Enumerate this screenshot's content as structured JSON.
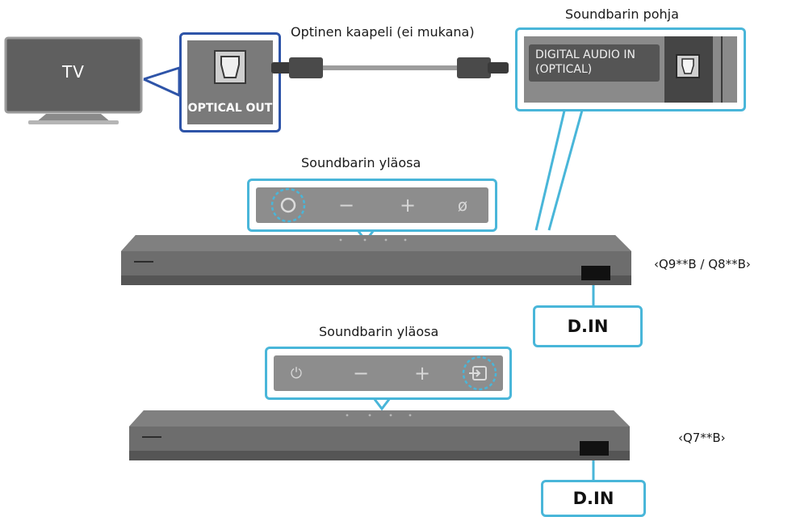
{
  "tv": {
    "label": "TV"
  },
  "tv_port": {
    "label": "OPTICAL OUT"
  },
  "cable": {
    "label": "Optinen kaapeli (ei mukana)"
  },
  "soundbar_bottom": {
    "title": "Soundbarin pohja",
    "port_label_line1": "DIGITAL AUDIO IN",
    "port_label_line2": "(OPTICAL)"
  },
  "top_q9": {
    "title": "Soundbarin yläosa",
    "model": "‹Q9**B / Q8**B›",
    "din": "D.IN"
  },
  "top_q7": {
    "title": "Soundbarin yläosa",
    "model": "‹Q7**B›",
    "din": "D.IN"
  },
  "colors": {
    "callout": "#49b6d9",
    "tv_port_border": "#2e54a8",
    "device": "#6e6e6e",
    "device_dark": "#4a4a4a"
  }
}
